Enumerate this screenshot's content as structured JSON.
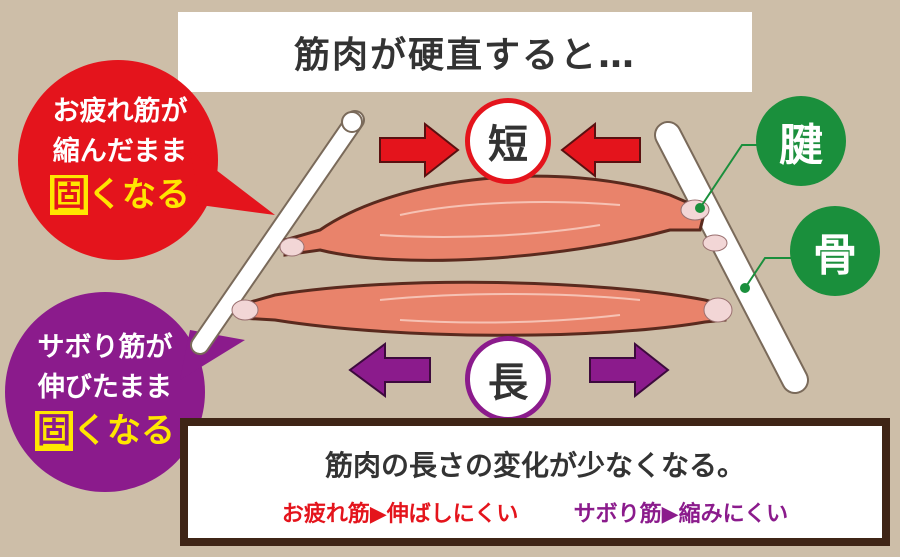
{
  "title": "筋肉が硬直すると…",
  "red_bubble": {
    "line1": "お疲れ筋が",
    "line2": "縮んだまま",
    "hard_kanji": "固",
    "hard_rest": "くなる"
  },
  "purple_bubble": {
    "line1": "サボり筋が",
    "line2": "伸びたまま",
    "hard_kanji": "固",
    "hard_rest": "くなる"
  },
  "labels": {
    "short": "短",
    "long": "長",
    "tendon": "腱",
    "bone": "骨"
  },
  "bottom": {
    "main": "筋肉の長さの変化が少なくなる。",
    "red_text": "お疲れ筋▶伸ばしにくい",
    "purple_text": "サボり筋▶縮みにくい"
  },
  "colors": {
    "red": "#e4141c",
    "purple": "#8b1b8c",
    "green": "#1a8f3c",
    "muscle": "#e9836b",
    "background": "#cdbea8"
  }
}
